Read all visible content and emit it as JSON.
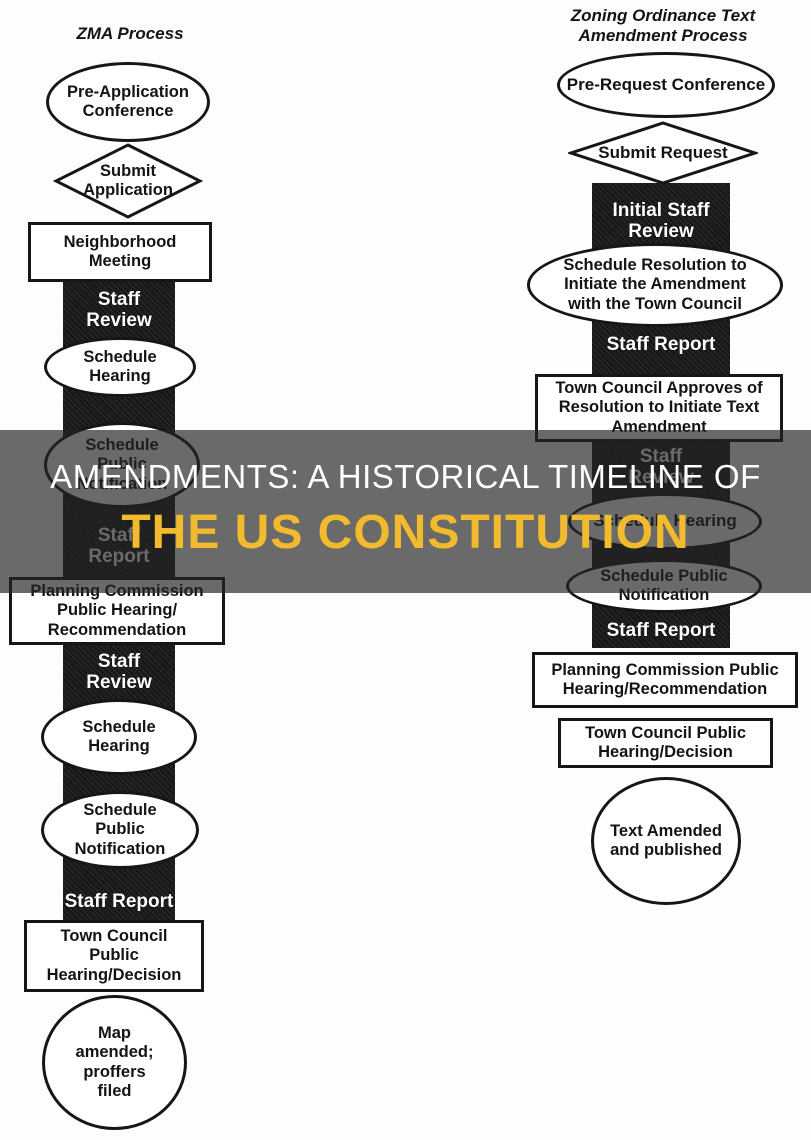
{
  "banner": {
    "line1": "AMENDMENTS: A HISTORICAL TIMELINE OF",
    "line2": "THE US CONSTITUTION",
    "line1_color": "#ffffff",
    "line2_color": "#f2ba2d",
    "overlay_color": "rgba(35,35,35,0.68)"
  },
  "left": {
    "title": "ZMA Process",
    "nodes": [
      {
        "shape": "ellipse",
        "label": "Pre-Application\nConference"
      },
      {
        "shape": "diamond",
        "label": "Submit\nApplication"
      },
      {
        "shape": "rect",
        "label": "Neighborhood\nMeeting"
      },
      {
        "shape": "band-label",
        "label": "Staff\nReview"
      },
      {
        "shape": "ellipse",
        "label": "Schedule\nHearing"
      },
      {
        "shape": "ellipse",
        "label": "Schedule\nPublic\nNotification"
      },
      {
        "shape": "band-label",
        "label": "Staff\nReport"
      },
      {
        "shape": "rect",
        "label": "Planning Commission\nPublic Hearing/\nRecommendation"
      },
      {
        "shape": "band-label",
        "label": "Staff\nReview"
      },
      {
        "shape": "ellipse",
        "label": "Schedule\nHearing"
      },
      {
        "shape": "ellipse",
        "label": "Schedule\nPublic\nNotification"
      },
      {
        "shape": "band-label",
        "label": "Staff Report"
      },
      {
        "shape": "rect",
        "label": "Town Council\nPublic\nHearing/Decision"
      },
      {
        "shape": "circle",
        "label": "Map\namended;\nproffers\nfiled"
      }
    ]
  },
  "right": {
    "title": "Zoning Ordinance Text\nAmendment Process",
    "nodes": [
      {
        "shape": "ellipse",
        "label": "Pre-Request Conference"
      },
      {
        "shape": "diamond",
        "label": "Submit Request"
      },
      {
        "shape": "band-label",
        "label": "Initial Staff Review"
      },
      {
        "shape": "ellipse",
        "label": "Schedule Resolution to\nInitiate the Amendment\nwith the Town Council"
      },
      {
        "shape": "band-label",
        "label": "Staff Report"
      },
      {
        "shape": "rect",
        "label": "Town Council Approves of\nResolution to Initiate Text\nAmendment"
      },
      {
        "shape": "band-label",
        "label": "Staff\nReview"
      },
      {
        "shape": "ellipse",
        "label": "Schedule Hearing"
      },
      {
        "shape": "ellipse",
        "label": "Schedule Public\nNotification"
      },
      {
        "shape": "band-label",
        "label": "Staff Report"
      },
      {
        "shape": "rect",
        "label": "Planning Commission Public\nHearing/Recommendation"
      },
      {
        "shape": "rect",
        "label": "Town Council Public\nHearing/Decision"
      },
      {
        "shape": "circle",
        "label": "Text Amended\nand published"
      }
    ]
  }
}
